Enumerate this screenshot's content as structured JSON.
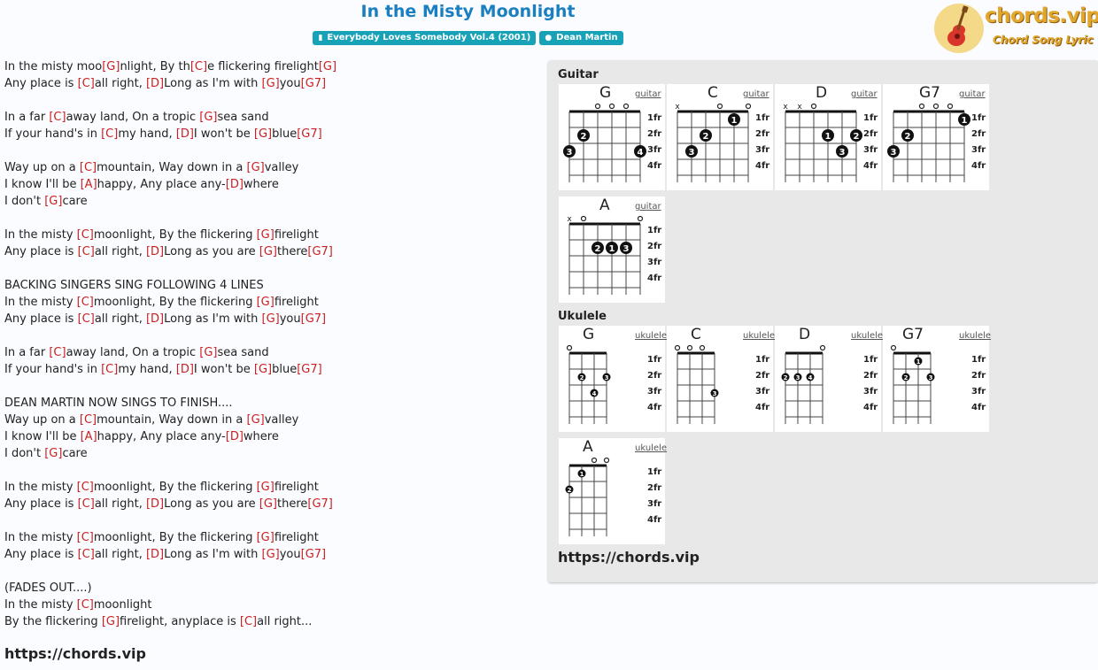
{
  "song": {
    "title": "In the Misty Moonlight",
    "album_label": "Everybody Loves Somebody Vol.4 (2001)",
    "album_icon": "book-icon",
    "artist_label": "Dean Martin",
    "artist_icon": "person-icon"
  },
  "logo": {
    "name": "chords.vip",
    "tagline": "Chord Song Lyric",
    "icon": "guitar-icon"
  },
  "colors": {
    "title": "#1a7fc1",
    "badge": "#17a2b8",
    "chord": "#cc1f1f",
    "logo": "#e2a82e"
  },
  "lyrics": [
    [
      [
        "t",
        "In the misty moo"
      ],
      [
        "c",
        "[G]"
      ],
      [
        "t",
        "nlight, By th"
      ],
      [
        "c",
        "[C]"
      ],
      [
        "t",
        "e flickering firelight"
      ],
      [
        "c",
        "[G]"
      ]
    ],
    [
      [
        "t",
        "Any place is "
      ],
      [
        "c",
        "[C]"
      ],
      [
        "t",
        "all right, "
      ],
      [
        "c",
        "[D]"
      ],
      [
        "t",
        "Long as I'm with "
      ],
      [
        "c",
        "[G]"
      ],
      [
        "t",
        "you"
      ],
      [
        "c",
        "[G7]"
      ]
    ],
    [],
    [
      [
        "t",
        "In a far "
      ],
      [
        "c",
        "[C]"
      ],
      [
        "t",
        "away land, On a tropic "
      ],
      [
        "c",
        "[G]"
      ],
      [
        "t",
        "sea sand"
      ]
    ],
    [
      [
        "t",
        "If your hand's in "
      ],
      [
        "c",
        "[C]"
      ],
      [
        "t",
        "my hand, "
      ],
      [
        "c",
        "[D]"
      ],
      [
        "t",
        "I won't be "
      ],
      [
        "c",
        "[G]"
      ],
      [
        "t",
        "blue"
      ],
      [
        "c",
        "[G7]"
      ]
    ],
    [],
    [
      [
        "t",
        "Way up on a "
      ],
      [
        "c",
        "[C]"
      ],
      [
        "t",
        "mountain, Way down in a "
      ],
      [
        "c",
        "[G]"
      ],
      [
        "t",
        "valley"
      ]
    ],
    [
      [
        "t",
        "I know I'll be "
      ],
      [
        "c",
        "[A]"
      ],
      [
        "t",
        "happy, Any place any-"
      ],
      [
        "c",
        "[D]"
      ],
      [
        "t",
        "where"
      ]
    ],
    [
      [
        "t",
        "I don't "
      ],
      [
        "c",
        "[G]"
      ],
      [
        "t",
        "care"
      ]
    ],
    [],
    [
      [
        "t",
        "In the misty "
      ],
      [
        "c",
        "[C]"
      ],
      [
        "t",
        "moonlight, By the flickering "
      ],
      [
        "c",
        "[G]"
      ],
      [
        "t",
        "firelight"
      ]
    ],
    [
      [
        "t",
        "Any place is "
      ],
      [
        "c",
        "[C]"
      ],
      [
        "t",
        "all right, "
      ],
      [
        "c",
        "[D]"
      ],
      [
        "t",
        "Long as you are "
      ],
      [
        "c",
        "[G]"
      ],
      [
        "t",
        "there"
      ],
      [
        "c",
        "[G7]"
      ]
    ],
    [],
    [
      [
        "t",
        "BACKING SINGERS SING FOLLOWING 4 LINES"
      ]
    ],
    [
      [
        "t",
        "In the misty "
      ],
      [
        "c",
        "[C]"
      ],
      [
        "t",
        "moonlight, By the flickering "
      ],
      [
        "c",
        "[G]"
      ],
      [
        "t",
        "firelight"
      ]
    ],
    [
      [
        "t",
        "Any place is "
      ],
      [
        "c",
        "[C]"
      ],
      [
        "t",
        "all right, "
      ],
      [
        "c",
        "[D]"
      ],
      [
        "t",
        "Long as I'm with "
      ],
      [
        "c",
        "[G]"
      ],
      [
        "t",
        "you"
      ],
      [
        "c",
        "[G7]"
      ]
    ],
    [],
    [
      [
        "t",
        "In a far "
      ],
      [
        "c",
        "[C]"
      ],
      [
        "t",
        "away land, On a tropic "
      ],
      [
        "c",
        "[G]"
      ],
      [
        "t",
        "sea sand"
      ]
    ],
    [
      [
        "t",
        "If your hand's in "
      ],
      [
        "c",
        "[C]"
      ],
      [
        "t",
        "my hand, "
      ],
      [
        "c",
        "[D]"
      ],
      [
        "t",
        "I won't be "
      ],
      [
        "c",
        "[G]"
      ],
      [
        "t",
        "blue"
      ],
      [
        "c",
        "[G7]"
      ]
    ],
    [],
    [
      [
        "t",
        "DEAN MARTIN NOW SINGS TO FINISH...."
      ]
    ],
    [
      [
        "t",
        "Way up on a "
      ],
      [
        "c",
        "[C]"
      ],
      [
        "t",
        "mountain, Way down in a "
      ],
      [
        "c",
        "[G]"
      ],
      [
        "t",
        "valley"
      ]
    ],
    [
      [
        "t",
        "I know I'll be "
      ],
      [
        "c",
        "[A]"
      ],
      [
        "t",
        "happy, Any place any-"
      ],
      [
        "c",
        "[D]"
      ],
      [
        "t",
        "where"
      ]
    ],
    [
      [
        "t",
        "I don't "
      ],
      [
        "c",
        "[G]"
      ],
      [
        "t",
        "care"
      ]
    ],
    [],
    [
      [
        "t",
        "In the misty "
      ],
      [
        "c",
        "[C]"
      ],
      [
        "t",
        "moonlight, By the flickering "
      ],
      [
        "c",
        "[G]"
      ],
      [
        "t",
        "firelight"
      ]
    ],
    [
      [
        "t",
        "Any place is "
      ],
      [
        "c",
        "[C]"
      ],
      [
        "t",
        "all right, "
      ],
      [
        "c",
        "[D]"
      ],
      [
        "t",
        "Long as you are "
      ],
      [
        "c",
        "[G]"
      ],
      [
        "t",
        "there"
      ],
      [
        "c",
        "[G7]"
      ]
    ],
    [],
    [
      [
        "t",
        "In the misty "
      ],
      [
        "c",
        "[C]"
      ],
      [
        "t",
        "moonlight, By the flickering "
      ],
      [
        "c",
        "[G]"
      ],
      [
        "t",
        "firelight"
      ]
    ],
    [
      [
        "t",
        "Any place is "
      ],
      [
        "c",
        "[C]"
      ],
      [
        "t",
        "all right, "
      ],
      [
        "c",
        "[D]"
      ],
      [
        "t",
        "Long as I'm with "
      ],
      [
        "c",
        "[G]"
      ],
      [
        "t",
        "you"
      ],
      [
        "c",
        "[G7]"
      ]
    ],
    [],
    [
      [
        "t",
        "(FADES OUT....)"
      ]
    ],
    [
      [
        "t",
        "In the misty "
      ],
      [
        "c",
        "[C]"
      ],
      [
        "t",
        "moonlight"
      ]
    ],
    [
      [
        "t",
        "By the flickering "
      ],
      [
        "c",
        "[G]"
      ],
      [
        "t",
        "firelight, anyplace is "
      ],
      [
        "c",
        "[C]"
      ],
      [
        "t",
        "all right..."
      ]
    ]
  ],
  "footer_link": "https://chords.vip",
  "panel_link": "https://chords.vip",
  "fret_labels": [
    "1fr",
    "2fr",
    "3fr",
    "4fr"
  ],
  "guitar": {
    "heading": "Guitar",
    "instrument_label": "guitar",
    "chords": [
      {
        "name": "G",
        "markers": [
          "",
          "",
          "o",
          "o",
          "o",
          ""
        ],
        "dots": [
          {
            "s": 1,
            "f": 3,
            "n": "3"
          },
          {
            "s": 2,
            "f": 2,
            "n": "2"
          },
          {
            "s": 6,
            "f": 3,
            "n": "4"
          }
        ]
      },
      {
        "name": "C",
        "markers": [
          "x",
          "",
          "",
          "o",
          "",
          "o"
        ],
        "dots": [
          {
            "s": 2,
            "f": 3,
            "n": "3"
          },
          {
            "s": 3,
            "f": 2,
            "n": "2"
          },
          {
            "s": 5,
            "f": 1,
            "n": "1"
          }
        ]
      },
      {
        "name": "D",
        "markers": [
          "x",
          "x",
          "o",
          "",
          "",
          ""
        ],
        "dots": [
          {
            "s": 4,
            "f": 2,
            "n": "1"
          },
          {
            "s": 5,
            "f": 3,
            "n": "3"
          },
          {
            "s": 6,
            "f": 2,
            "n": "2"
          }
        ]
      },
      {
        "name": "G7",
        "markers": [
          "",
          "",
          "o",
          "o",
          "o",
          ""
        ],
        "dots": [
          {
            "s": 1,
            "f": 3,
            "n": "3"
          },
          {
            "s": 2,
            "f": 2,
            "n": "2"
          },
          {
            "s": 6,
            "f": 1,
            "n": "1"
          }
        ]
      },
      {
        "name": "A",
        "markers": [
          "x",
          "o",
          "",
          "",
          "",
          "o"
        ],
        "dots": [
          {
            "s": 3,
            "f": 2,
            "n": "2"
          },
          {
            "s": 4,
            "f": 2,
            "n": "1"
          },
          {
            "s": 5,
            "f": 2,
            "n": "3"
          }
        ]
      }
    ]
  },
  "ukulele": {
    "heading": "Ukulele",
    "instrument_label": "ukulele",
    "chords": [
      {
        "name": "G",
        "markers": [
          "o",
          "",
          "",
          ""
        ],
        "dots": [
          {
            "s": 2,
            "f": 2,
            "n": "2"
          },
          {
            "s": 3,
            "f": 3,
            "n": "4"
          },
          {
            "s": 4,
            "f": 2,
            "n": "3"
          }
        ]
      },
      {
        "name": "C",
        "markers": [
          "o",
          "o",
          "o",
          ""
        ],
        "dots": [
          {
            "s": 4,
            "f": 3,
            "n": "3"
          }
        ]
      },
      {
        "name": "D",
        "markers": [
          "",
          "",
          "",
          "o"
        ],
        "dots": [
          {
            "s": 1,
            "f": 2,
            "n": "2"
          },
          {
            "s": 2,
            "f": 2,
            "n": "3"
          },
          {
            "s": 3,
            "f": 2,
            "n": "4"
          }
        ]
      },
      {
        "name": "G7",
        "markers": [
          "o",
          "",
          "",
          ""
        ],
        "dots": [
          {
            "s": 2,
            "f": 2,
            "n": "2"
          },
          {
            "s": 3,
            "f": 1,
            "n": "1"
          },
          {
            "s": 4,
            "f": 2,
            "n": "3"
          }
        ]
      },
      {
        "name": "A",
        "markers": [
          "",
          "",
          "o",
          "o"
        ],
        "dots": [
          {
            "s": 1,
            "f": 2,
            "n": "2"
          },
          {
            "s": 2,
            "f": 1,
            "n": "1"
          }
        ]
      }
    ]
  }
}
